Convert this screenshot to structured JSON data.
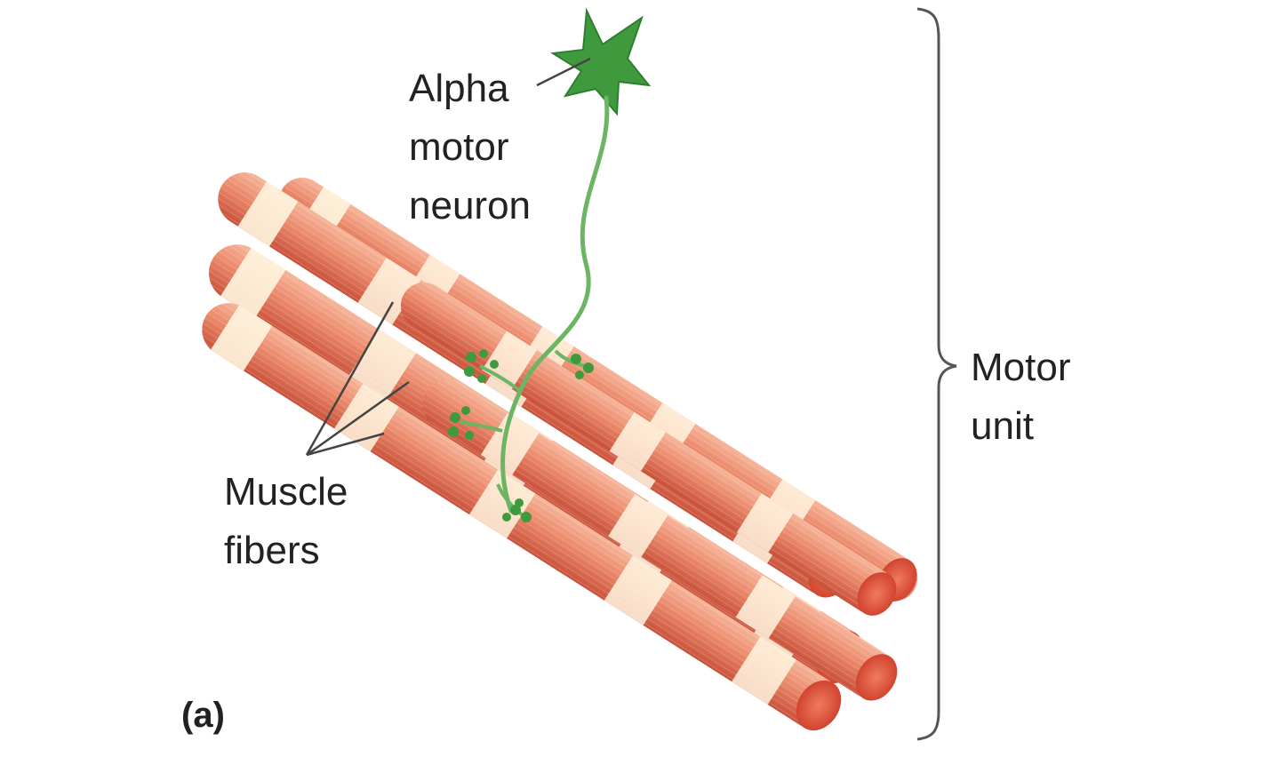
{
  "labels": {
    "neuron": [
      "Alpha",
      "motor",
      "neuron"
    ],
    "fibers": [
      "Muscle",
      "fibers"
    ],
    "unit": [
      "Motor",
      "unit"
    ],
    "panel": "(a)"
  },
  "colors": {
    "fiber_light": "#f1a083",
    "fiber_mid": "#e8765a",
    "fiber_dark": "#c9513a",
    "fiber_end": "#e04a35",
    "band": "#fff5df",
    "neuron": "#3f9a3e",
    "axon": "#6cb564",
    "text": "#222222",
    "leader": "#444444",
    "brace": "#555555"
  }
}
